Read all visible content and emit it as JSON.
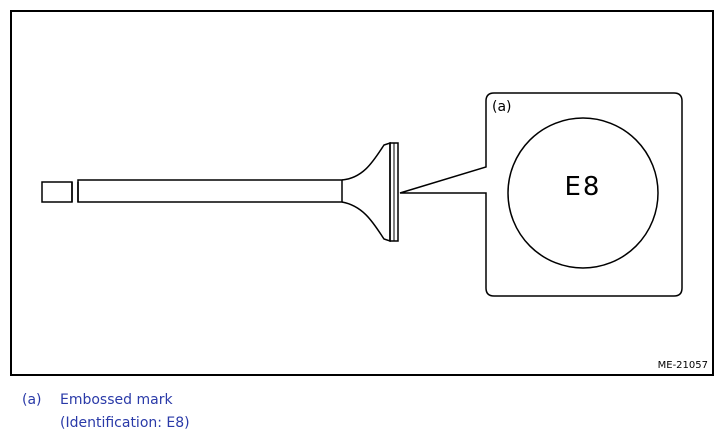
{
  "figure": {
    "callout_label": "(a)",
    "embossed_text": "E8",
    "figure_id": "ME-21057"
  },
  "caption": {
    "key": "(a)",
    "line1": "Embossed mark",
    "line2": "(Identification: E8)"
  },
  "colors": {
    "caption_text": "#2a3aa8",
    "line": "#000000"
  }
}
